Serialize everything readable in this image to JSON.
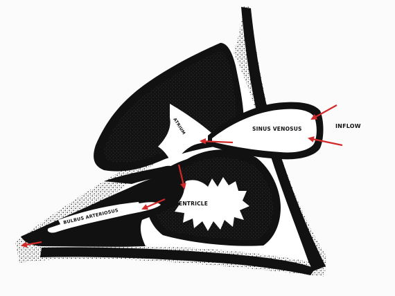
{
  "labels": {
    "atrium": "ATRIUM",
    "sinus_venosus": "SINUS VENOSUS",
    "inflow": "INFLOW",
    "ventricle": "VENTRICLE",
    "bulbus_arteriosus": "BULBUS ARTERIOSUS"
  },
  "colors": {
    "arrow": "#d22a2a",
    "wall": "#111111",
    "stipple": "#3a3a3a",
    "chamber": "#ffffff",
    "background": "#fbfbfb"
  }
}
